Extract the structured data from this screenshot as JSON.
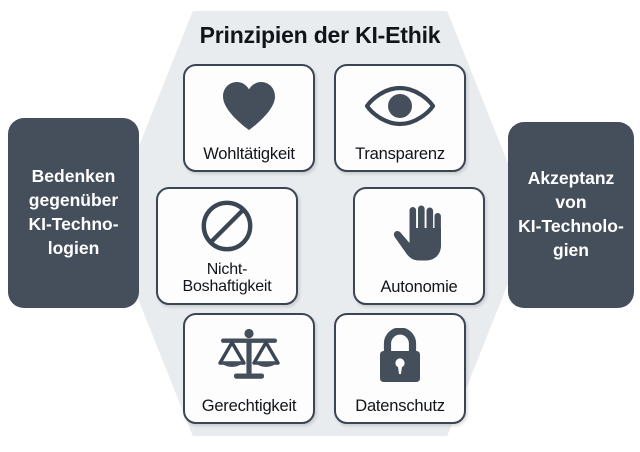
{
  "diagram": {
    "title": "Prinzipien der KI-Ethik",
    "colors": {
      "dark_slate": "#454f5b",
      "hexagon_fill": "#e9ecef",
      "card_fill": "#fdfdfd",
      "card_border": "#3b4654",
      "text_dark": "#111418",
      "text_light": "#ffffff"
    },
    "left_box": {
      "label": "Bedenken\ngegenüber\nKI-Techno-\nlogien",
      "name": "bedenken-gegenueber-ki-technologien"
    },
    "right_box": {
      "label": "Akzeptanz\nvon\nKI-Technolo-\ngien",
      "name": "akzeptanz-von-ki-technologien"
    },
    "principles": [
      {
        "label": "Wohltätigkeit",
        "icon": "heart-icon"
      },
      {
        "label": "Transparenz",
        "icon": "eye-icon"
      },
      {
        "label": "Nicht-\nBoshaftigkeit",
        "icon": "prohibition-icon"
      },
      {
        "label": "Autonomie",
        "icon": "hand-icon"
      },
      {
        "label": "Gerechtigkeit",
        "icon": "scales-icon"
      },
      {
        "label": "Datenschutz",
        "icon": "lock-icon"
      }
    ]
  }
}
